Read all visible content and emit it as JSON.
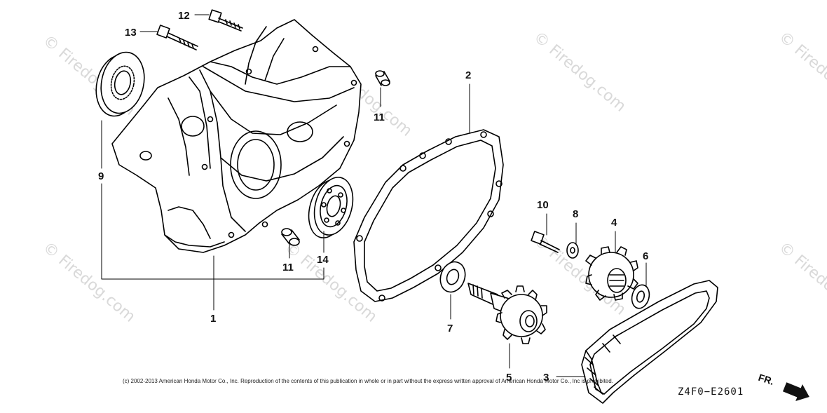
{
  "diagram": {
    "labels": [
      "1",
      "2",
      "3",
      "4",
      "5",
      "6",
      "7",
      "8",
      "9",
      "10",
      "11",
      "11",
      "12",
      "13",
      "14"
    ],
    "watermark": "© Firedog.com",
    "copyright": "(c) 2002-2013 American Honda Motor Co., Inc. Reproduction of the contents of this publication in whole or in part without the express written approval of American Honda Motor Co., Inc is prohibited.",
    "diagram_code": "Z4F0−E2601",
    "direction_label": "FR."
  }
}
